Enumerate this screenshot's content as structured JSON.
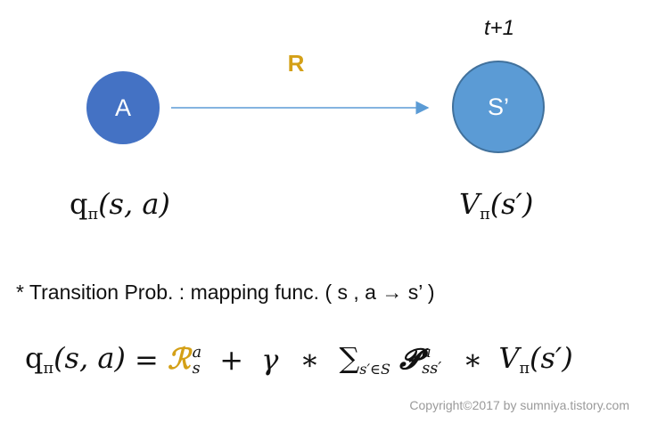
{
  "diagram": {
    "time_label": "t+1",
    "reward_label": "R",
    "node_a_label": "A",
    "node_s_label": "S’",
    "q_func": "q",
    "q_sub": "π",
    "q_args": "(s, a)",
    "v_func": "V",
    "v_sub": "π",
    "v_args": "(s′)",
    "note": "* Transition Prob. : mapping func. ( s , a → s’ )",
    "equation": {
      "lhs_func": "q",
      "lhs_sub": "π",
      "lhs_args": "(s, a)",
      "equals": "=",
      "reward_symbol": "ℛ",
      "reward_sup": "a",
      "reward_sub": "s",
      "plus": "+",
      "gamma": "γ",
      "times1": "∗",
      "sum_symbol": "∑",
      "sum_sub": "s′∈S",
      "prob_symbol": "𝓟",
      "prob_sup": "a",
      "prob_sub": "ss′",
      "times2": "∗",
      "rhs_func": "V",
      "rhs_sub": "π",
      "rhs_args": "(s′)"
    },
    "copyright": "Copyright©2017 by sumniya.tistory.com",
    "colors": {
      "node_a": "#4472c4",
      "node_s": "#5b9bd5",
      "arrow": "#5b9bd5",
      "reward": "#d4a017",
      "copyright": "#9a9a9a"
    }
  }
}
